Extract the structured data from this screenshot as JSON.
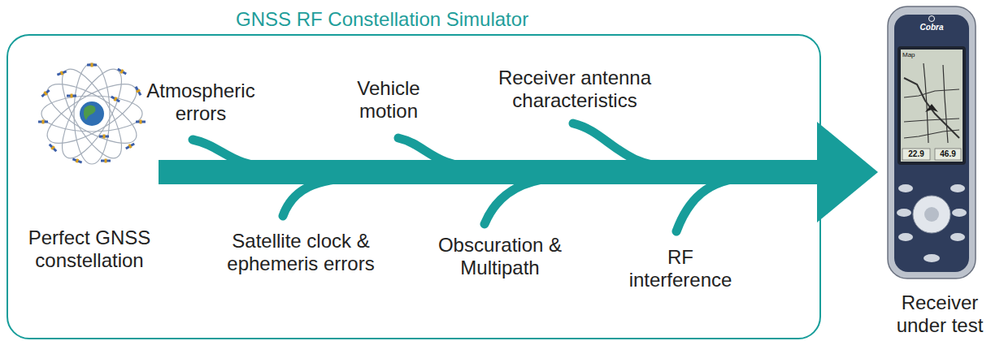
{
  "diagram": {
    "nodes": [
      {
        "text": [
          "GNSS RF Constellation Simulator"
        ]
      },
      {
        "text": [
          "Perfect GNSS constellation"
        ],
        "in": 0
      },
      {
        "text": [
          "Receiver under test"
        ]
      }
    ],
    "edges": [
      {
        "from": 1,
        "to": 2,
        "arrow": "to"
      }
    ],
    "labels": [
      "Atmospheric errors",
      "Vehicle motion",
      "Receiver antenna characteristics",
      "Satellite clock & ephemeris errors",
      "Obscuration & Multipath",
      "RF interference",
      "Cobra",
      "Map",
      "22.9",
      "46.9"
    ]
  }
}
